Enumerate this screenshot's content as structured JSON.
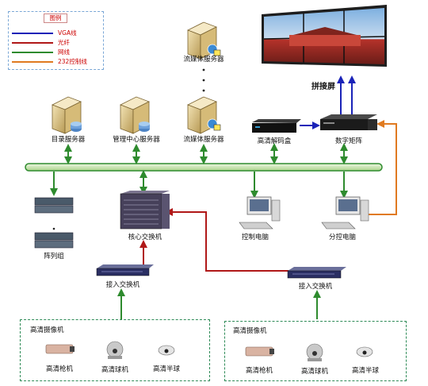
{
  "legend": {
    "title": "图例",
    "items": [
      {
        "label": "VGA线",
        "color": "#1a23b8"
      },
      {
        "label": "光纤",
        "color": "#b01818"
      },
      {
        "label": "网线",
        "color": "#2e8b2e"
      },
      {
        "label": "232控制线",
        "color": "#e07a20"
      }
    ]
  },
  "nodes": {
    "directory_server": "目录服务器",
    "management_server": "管理中心服务器",
    "media_server_top": "流媒体服务器",
    "media_server_bottom": "流媒体服务器",
    "video_wall": "拼接屏",
    "hd_decoder": "高清解码盒",
    "digital_matrix": "数字矩阵",
    "array_group": "阵列组",
    "core_switch": "核心交换机",
    "control_pc": "控制电脑",
    "sub_control_pc": "分控电脑",
    "access_switch_left": "接入交换机",
    "access_switch_right": "接入交换机"
  },
  "camera_groups": [
    {
      "title": "高清摄像机",
      "gun": "高清枪机",
      "dome": "高清球机",
      "hemi": "高清半球"
    },
    {
      "title": "高清摄像机",
      "gun": "高清枪机",
      "dome": "高清球机",
      "hemi": "高清半球"
    }
  ],
  "colors": {
    "vga": "#1a23b8",
    "fiber": "#b01818",
    "network": "#2e8b2e",
    "control232": "#e07a20",
    "bus": "#cfe6b6"
  }
}
